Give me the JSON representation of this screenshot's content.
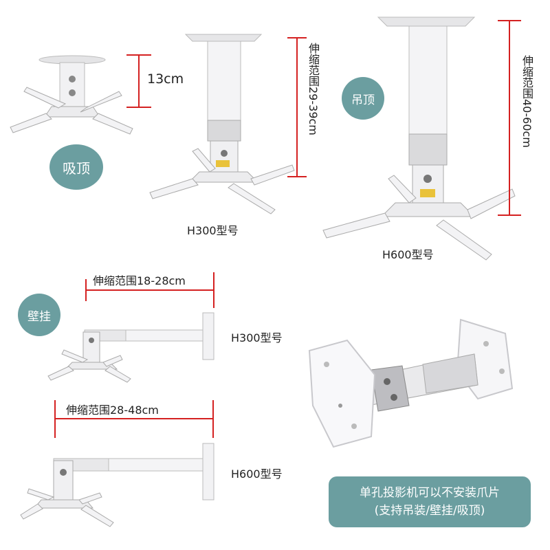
{
  "badges": {
    "ceiling_flush": "吸顶",
    "ceiling_hang": "吊顶",
    "wall": "壁挂"
  },
  "dimensions": {
    "flush_height": "13cm",
    "h300_ceiling_range": "伸缩范围29-39cm",
    "h600_ceiling_range": "伸缩范围40-60cm",
    "h300_wall_range": "伸缩范围18-28cm",
    "h600_wall_range": "伸缩范围28-48cm"
  },
  "models": {
    "h300_ceiling": "H300型号",
    "h600_ceiling": "H600型号",
    "h300_wall": "H300型号",
    "h600_wall": "H600型号"
  },
  "note": {
    "line1": "单孔投影机可以不安装爪片",
    "line2": "(支持吊装/壁挂/吸顶)"
  },
  "colors": {
    "badge": "#6b9ea0",
    "dimension_line": "#d42020",
    "metal": "#e8e8ea"
  }
}
